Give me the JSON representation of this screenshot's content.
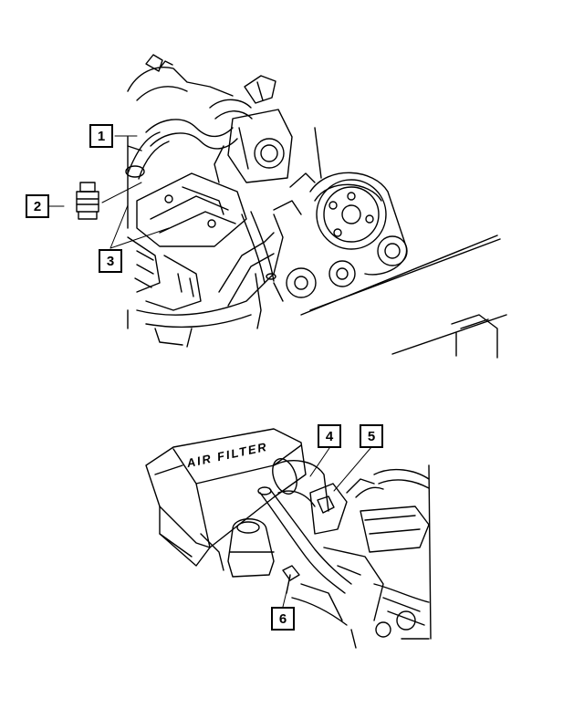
{
  "callouts": [
    "1",
    "2",
    "3",
    "4",
    "5",
    "6"
  ],
  "air_box_lettering": "AIR FILTER",
  "colors": {
    "ink": "#000000",
    "paper": "#ffffff"
  }
}
